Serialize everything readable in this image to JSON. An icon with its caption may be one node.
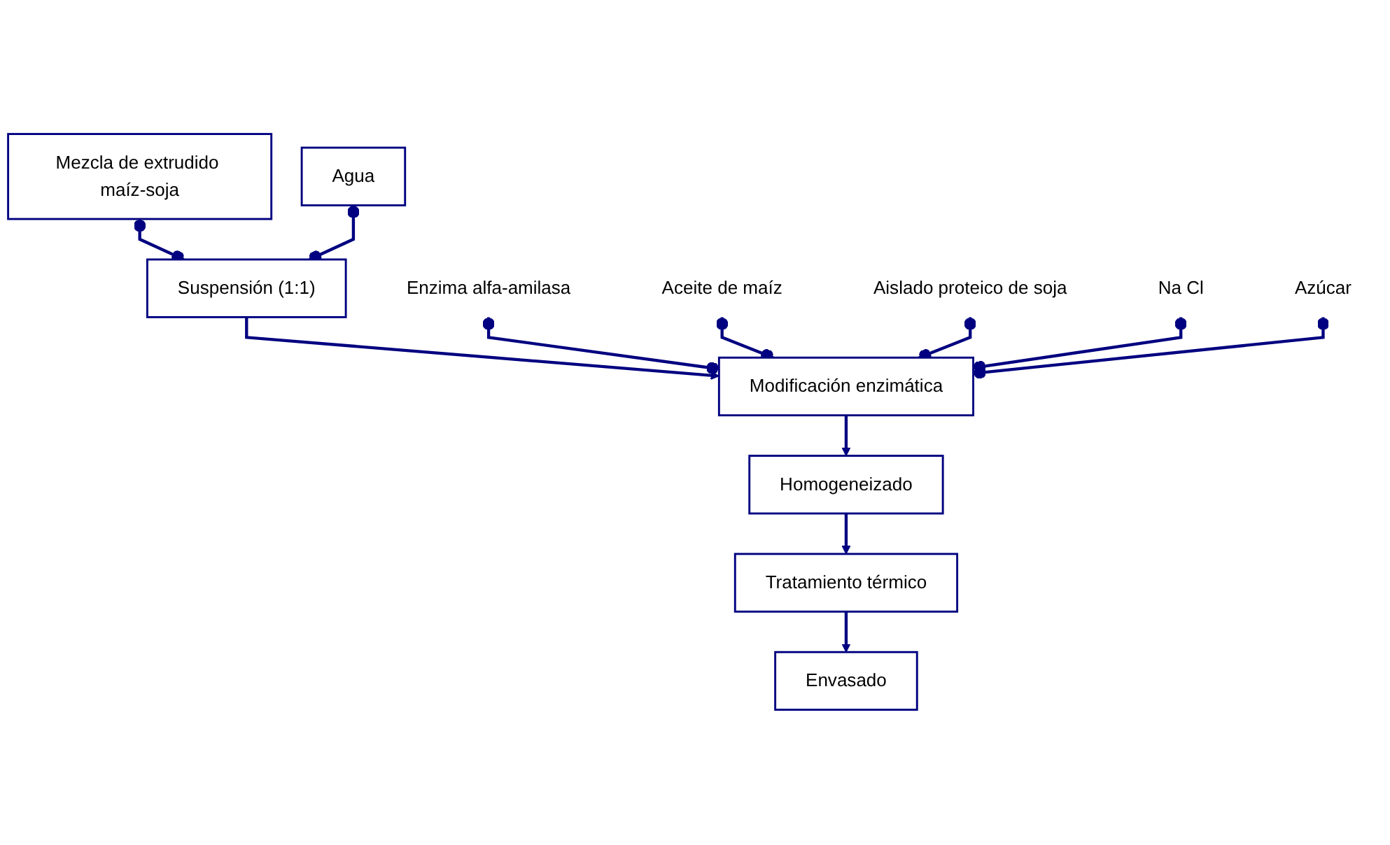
{
  "diagram": {
    "nodes": [
      {
        "text": [
          "Mezcla de extrudido maíz-soja"
        ]
      },
      {
        "text": [
          "Agua"
        ]
      },
      {
        "text": [
          "Suspensión (1:1)"
        ]
      },
      {
        "text": [
          "Modificación enzimática"
        ]
      },
      {
        "text": [
          "Enzima alfa-amilasa"
        ]
      },
      {
        "text": [
          "Aceite de maíz"
        ]
      },
      {
        "text": [
          "Aislado proteico de soja"
        ]
      },
      {
        "text": [
          "Na Cl"
        ]
      },
      {
        "text": [
          "Azúcar"
        ]
      },
      {
        "text": [
          "Homogeneizado"
        ]
      },
      {
        "text": [
          "Tratamiento térmico"
        ]
      },
      {
        "text": [
          "Envasado"
        ]
      }
    ],
    "edges": [
      {
        "from": 0,
        "to": 2,
        "arrow": "other"
      },
      {
        "from": 1,
        "to": 2,
        "arrow": "other"
      },
      {
        "from": 2,
        "to": 3,
        "arrow": "to"
      },
      {
        "from": 4,
        "to": 3,
        "arrow": "other"
      },
      {
        "from": 5,
        "to": 3,
        "arrow": "other"
      },
      {
        "from": 6,
        "to": 3,
        "arrow": "other"
      },
      {
        "from": 7,
        "to": 3,
        "arrow": "other"
      },
      {
        "from": 8,
        "to": 3,
        "arrow": "other"
      },
      {
        "from": 3,
        "to": 9,
        "arrow": "to"
      },
      {
        "from": 9,
        "to": 10,
        "arrow": "to"
      },
      {
        "from": 10,
        "to": 11,
        "arrow": "to"
      }
    ]
  }
}
